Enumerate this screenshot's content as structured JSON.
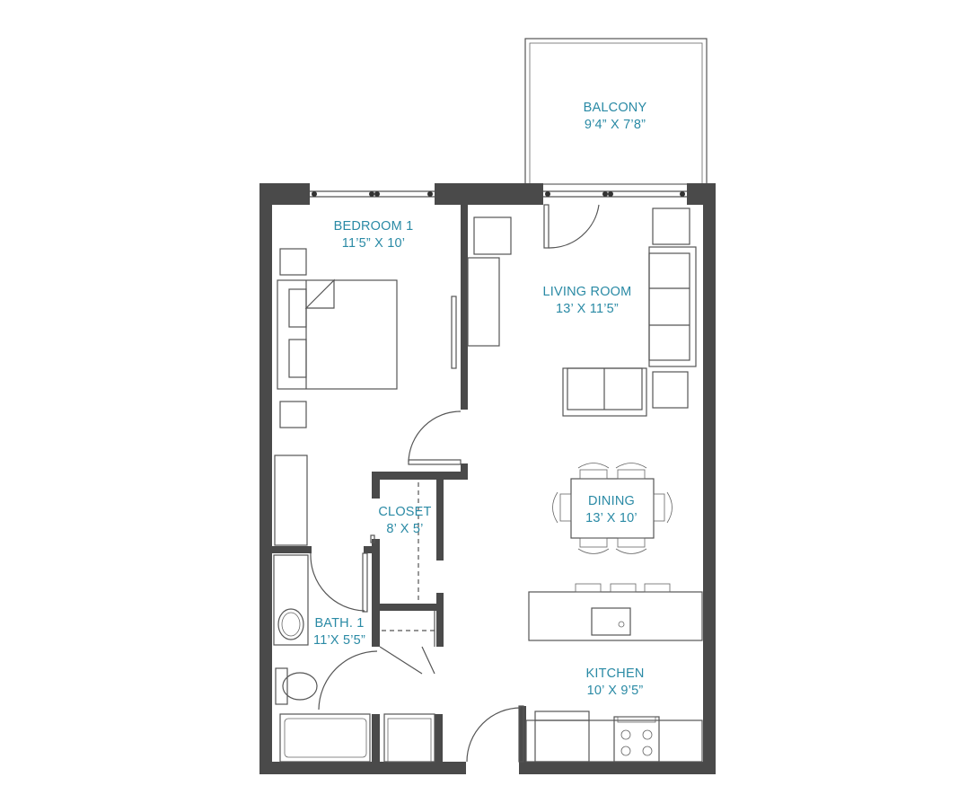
{
  "rooms": {
    "balcony": {
      "name": "BALCONY",
      "dims": "9’4” X 7’8”"
    },
    "bedroom": {
      "name": "BEDROOM 1",
      "dims": "11’5” X 10’"
    },
    "living": {
      "name": "LIVING ROOM",
      "dims": "13’ X 11’5”"
    },
    "closet": {
      "name": "CLOSET",
      "dims": "8’ X 5’"
    },
    "dining": {
      "name": "DINING",
      "dims": "13’ X 10’"
    },
    "bath": {
      "name": "BATH. 1",
      "dims": "11’X 5’5”"
    },
    "kitchen": {
      "name": "KITCHEN",
      "dims": "10’ X 9’5”"
    }
  },
  "colors": {
    "wall": "#4a4a4a",
    "label": "#2a8aa5",
    "line": "#555555"
  }
}
